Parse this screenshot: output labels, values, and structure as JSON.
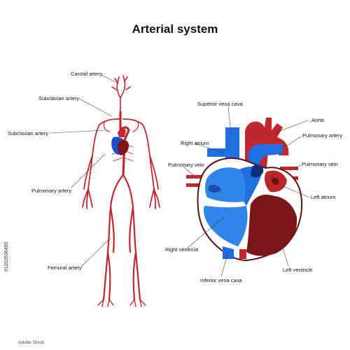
{
  "title": "Arterial system",
  "labels": {
    "carotid": "Carotid artery",
    "subclavian_1": "Subclavian artery",
    "subclavian_2": "Subclavian artery",
    "pulmonary_artery_body": "Pulmonary artery",
    "femoral": "Femoral artery",
    "superior_vena_cava": "Superior vena cava",
    "aorta": "Aorta",
    "pulmonary_artery_heart": "Pulmonary artery",
    "right_atrium": "Right atrium",
    "pulmonary_vein_left": "Pulmonary vein",
    "pulmonary_vein_right": "Pulmonary vein",
    "left_atrium": "Left atrium",
    "right_ventricle": "Right ventricle",
    "left_ventricle": "Left ventricle",
    "inferior_vena_cava": "Inferior vena cava"
  },
  "stock_id": "#1162636490",
  "brand": "Adobe Stock",
  "colors": {
    "artery": "#c0282d",
    "vein": "#1f6fe0",
    "deoxy_chamber": "#2f86e8",
    "oxy_chamber": "#7a1518",
    "wall": "#ffffff"
  }
}
